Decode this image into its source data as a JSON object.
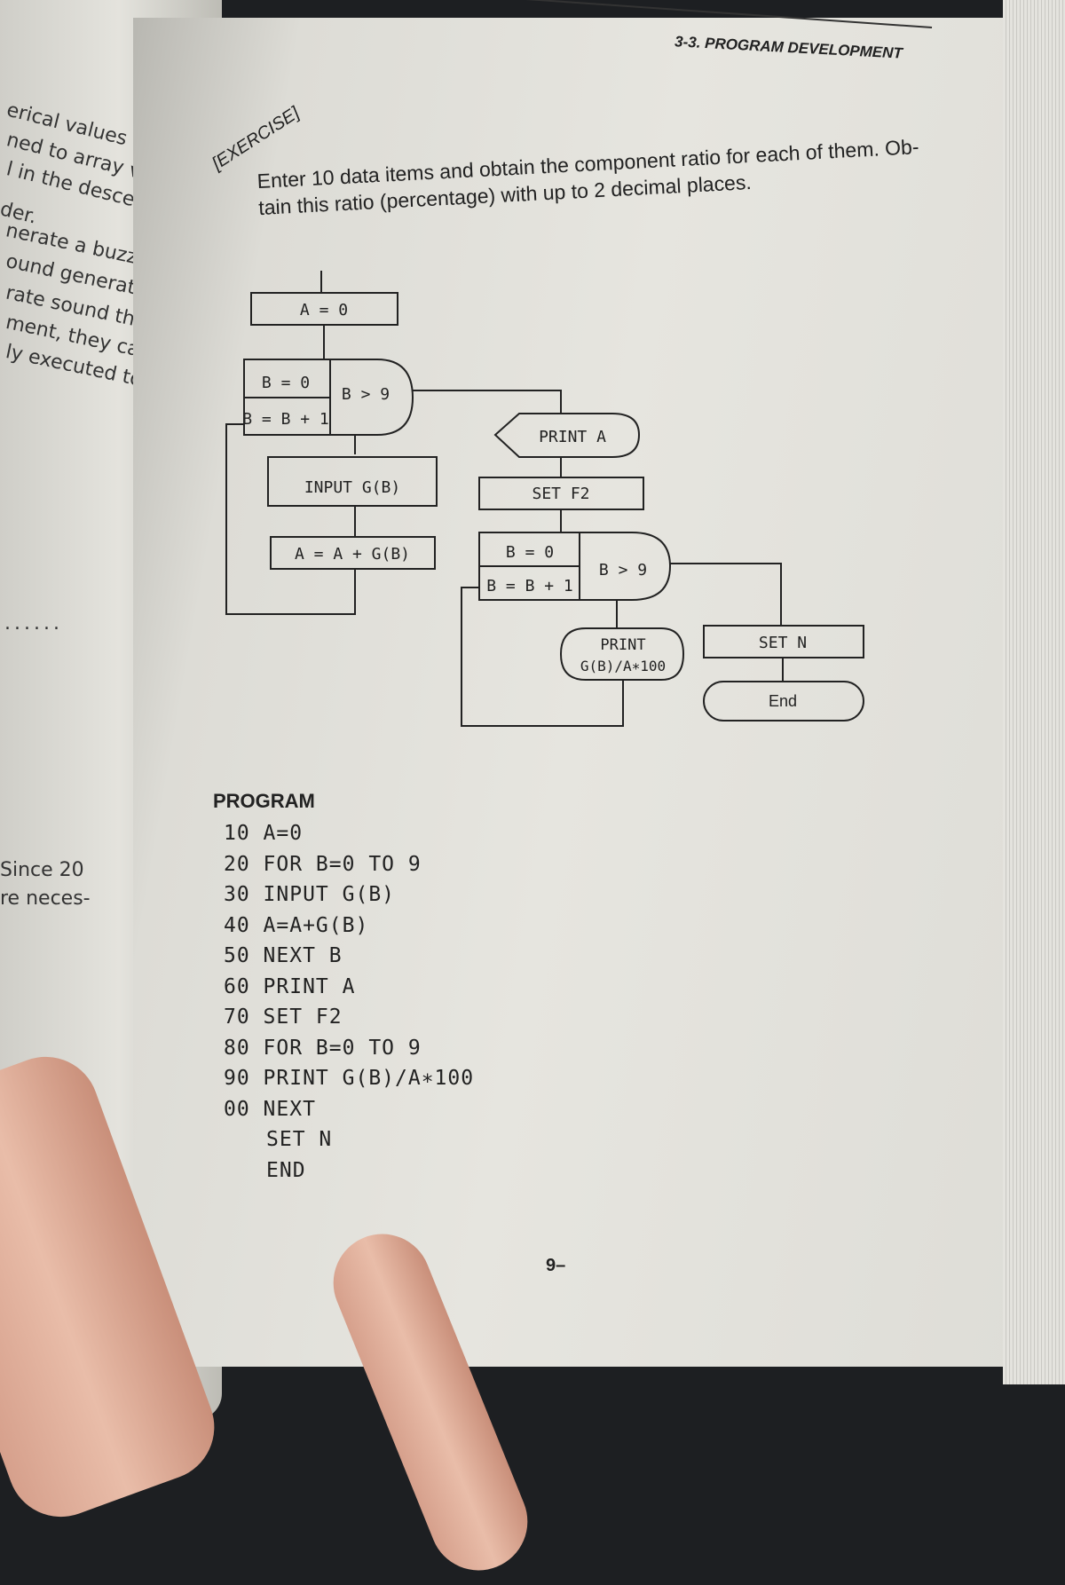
{
  "left_page": {
    "lines": [
      "erical values from",
      "ned to array vari-",
      "l in the descend-",
      "der.",
      "nerate a buzzer",
      "ound generated",
      "rate sound that",
      "ment, they can",
      "ly executed to",
      "......",
      "Since 20",
      "re neces-"
    ]
  },
  "right_page": {
    "header": "3-3. PROGRAM DEVELOPMENT",
    "exercise_title": "[EXERCISE]",
    "exercise_lines": [
      "Enter 10 data items and obtain the component ratio for each of them. Ob-",
      "tain this ratio (percentage) with up to 2 decimal places."
    ],
    "flowchart": {
      "a_init": "A = 0",
      "b_init": "B = 0",
      "b_inc": "B = B + 1",
      "b_cond": "B > 9",
      "input": "INPUT G(B)",
      "accumulate": "A = A + G(B)",
      "print_a": "PRINT A",
      "set_f2": "SET F2",
      "b_init2": "B = 0",
      "b_inc2": "B = B + 1",
      "b_cond2": "B > 9",
      "print_ratio_1": "PRINT",
      "print_ratio_2": "G(B)/A∗100",
      "set_n": "SET N",
      "end": "End"
    },
    "program": {
      "title": "PROGRAM",
      "lines": [
        "10 A=0",
        "20 FOR B=0 TO 9",
        "30 INPUT G(B)",
        "40 A=A+G(B)",
        "50 NEXT B",
        "60 PRINT A",
        "70 SET F2",
        "80 FOR B=0 TO 9",
        "90 PRINT G(B)/A∗100",
        "00 NEXT",
        "SET N",
        "END"
      ]
    },
    "page_number": "9–"
  }
}
